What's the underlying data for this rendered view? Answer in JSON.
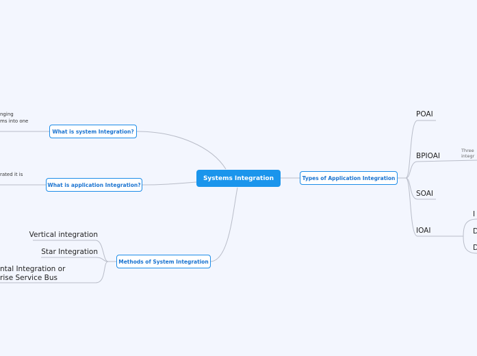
{
  "root": "Systems Integration",
  "left": {
    "q1": {
      "label": "What is system Integration?",
      "note": [
        "nging",
        "ms into one"
      ]
    },
    "q2": {
      "label": "What is application Integration?",
      "note": [
        "rated it is"
      ]
    },
    "methods": {
      "label": "Methods of System Integration",
      "items": [
        "Vertical integration",
        "Star Integration",
        "ntal Integration or",
        "rise Service Bus"
      ]
    }
  },
  "right": {
    "types": {
      "label": "Types of Application Integration",
      "items": [
        "POAI",
        "BPIOAI",
        "SOAI",
        "IOAI"
      ],
      "bpioai_note": [
        "Three",
        "integr"
      ],
      "ioai_children": [
        "I",
        "D",
        "D"
      ]
    }
  }
}
